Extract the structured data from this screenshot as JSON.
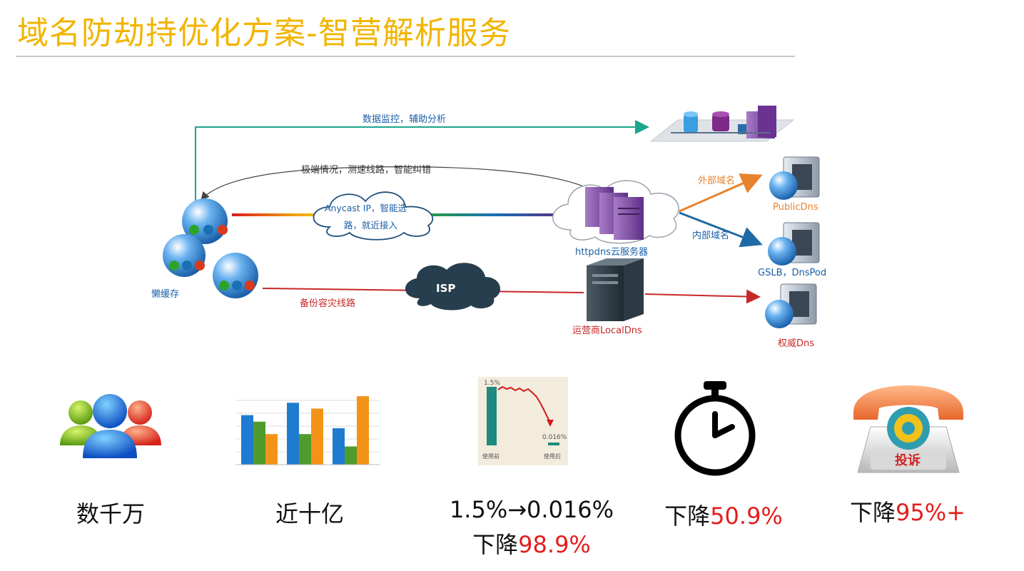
{
  "page": {
    "title": "域名防劫持优化方案-智营解析服务"
  },
  "diagram": {
    "monitor_label": "数据监控，辅助分析",
    "feedback_label": "极端情况，测速线路，智能纠错",
    "anycast_line1": "Anycast IP，智能选",
    "anycast_line2": "路，就近接入",
    "lazy_cache_label": "懒缓存",
    "isp_label": "ISP",
    "backup_label": "备份容灾线路",
    "httpdns_label": "httpdns云服务器",
    "external_domain_label": "外部域名",
    "internal_domain_label": "内部域名",
    "public_dns_label": "PublicDns",
    "gslb_label": "GSLB，DnsPod",
    "local_dns_label": "运营商LocalDns",
    "authoritative_dns_label": "权威Dns",
    "colors": {
      "monitor_line": "#1aa68a",
      "backup_line": "#c62828",
      "external_arrow": "#e8822e",
      "internal_arrow": "#1f6aa5",
      "label_blue": "#1b5fa6",
      "label_orange": "#e8822e",
      "label_red": "#c62828"
    }
  },
  "stats": {
    "users": "数千万",
    "requests": "近十亿",
    "hijack_rate": "1.5%→0.016%",
    "hijack_drop_prefix": "下降",
    "hijack_drop_value": "98.9%",
    "latency_prefix": "下降",
    "latency_value": "50.9%",
    "complaint_prefix": "下降",
    "complaint_value": "95%+"
  },
  "hijack_chart": {
    "before_label": "1.5%",
    "after_label": "0.016%",
    "before_axis": "使用前",
    "after_axis": "使用后"
  },
  "bar_chart_icon": {
    "groups": [
      {
        "values": [
          0.68,
          0.59,
          0.42
        ]
      },
      {
        "values": [
          0.85,
          0.42,
          0.77
        ]
      },
      {
        "values": [
          0.5,
          0.25,
          0.94
        ]
      }
    ],
    "colors": [
      "#1f7bd0",
      "#4f9c2c",
      "#f39419"
    ]
  },
  "complaint_icon_text": "投诉"
}
